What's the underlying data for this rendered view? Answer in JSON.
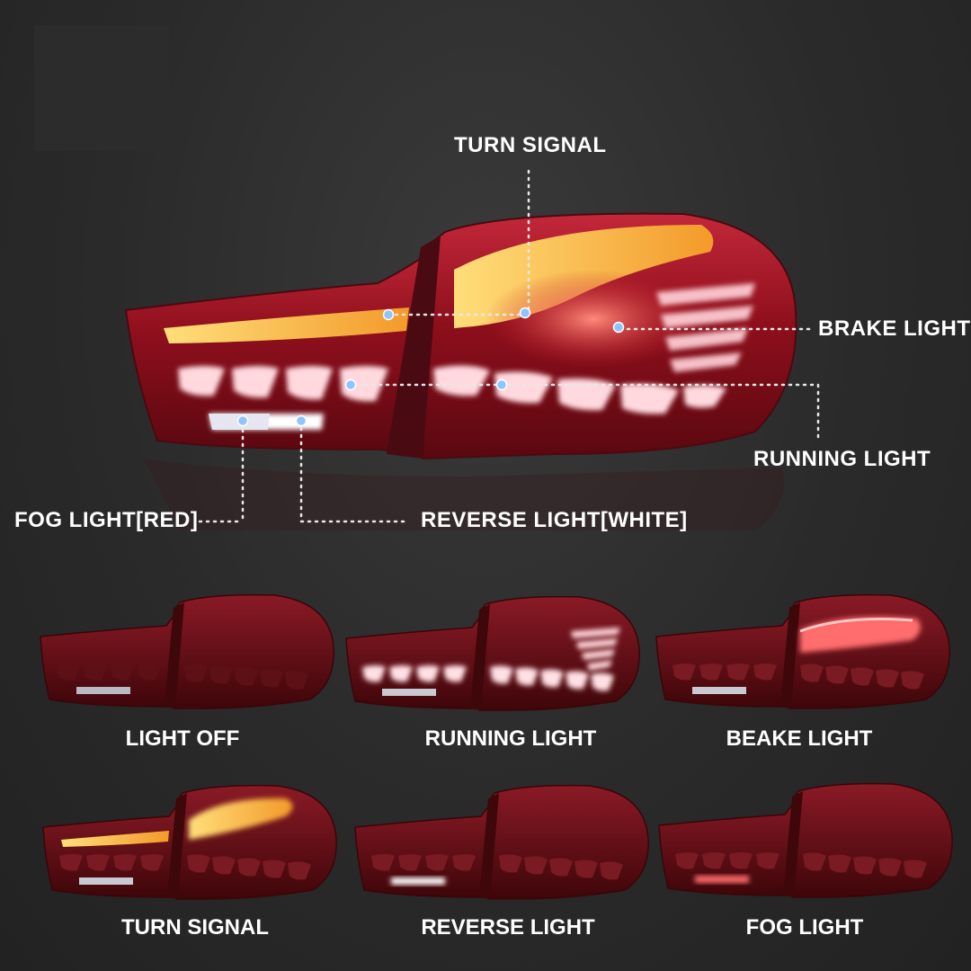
{
  "callouts": {
    "turn_signal": "TURN SIGNAL",
    "brake_light": "BRAKE LIGHT",
    "running_light": "RUNNING LIGHT",
    "fog_light": "FOG LIGHT[RED]",
    "reverse_light": "REVERSE LIGHT[WHITE]"
  },
  "modes": [
    {
      "label": "LIGHT OFF",
      "state": "off"
    },
    {
      "label": "RUNNING LIGHT",
      "state": "running"
    },
    {
      "label": "BEAKE LIGHT",
      "state": "brake"
    },
    {
      "label": "TURN SIGNAL",
      "state": "turn"
    },
    {
      "label": "REVERSE LIGHT",
      "state": "reverse"
    },
    {
      "label": "FOG LIGHT",
      "state": "fog"
    }
  ],
  "colors": {
    "lens_red": "#a3121f",
    "amber": "#f6b73c",
    "led_white": "#ffe6ea",
    "callout_dot": "#8ec5ff"
  }
}
